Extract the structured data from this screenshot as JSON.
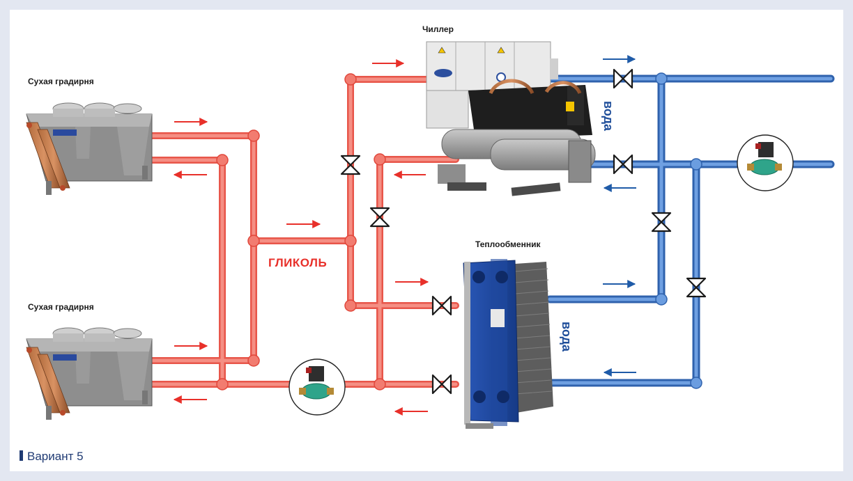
{
  "labels": {
    "dry_cooler_top": "Сухая градирня",
    "dry_cooler_bottom": "Сухая градирня",
    "chiller": "Чиллер",
    "heat_exchanger": "Теплообменник",
    "glycol": "ГЛИКОЛЬ",
    "water_chiller": "вода",
    "water_exchanger": "вода",
    "variant": "Вариант 5"
  },
  "colors": {
    "glycol": "#f07a6e",
    "glycol_edge": "#e8564a",
    "glycol_arrow": "#e8302a",
    "water": "#5b8fd6",
    "water_edge": "#2f62ad",
    "water_arrow": "#1f5ba8",
    "background": "#e3e7f1",
    "label_dark": "#1f3a73"
  },
  "icons": {
    "valve": "butterfly-valve-icon",
    "pump": "circulation-pump-icon"
  }
}
